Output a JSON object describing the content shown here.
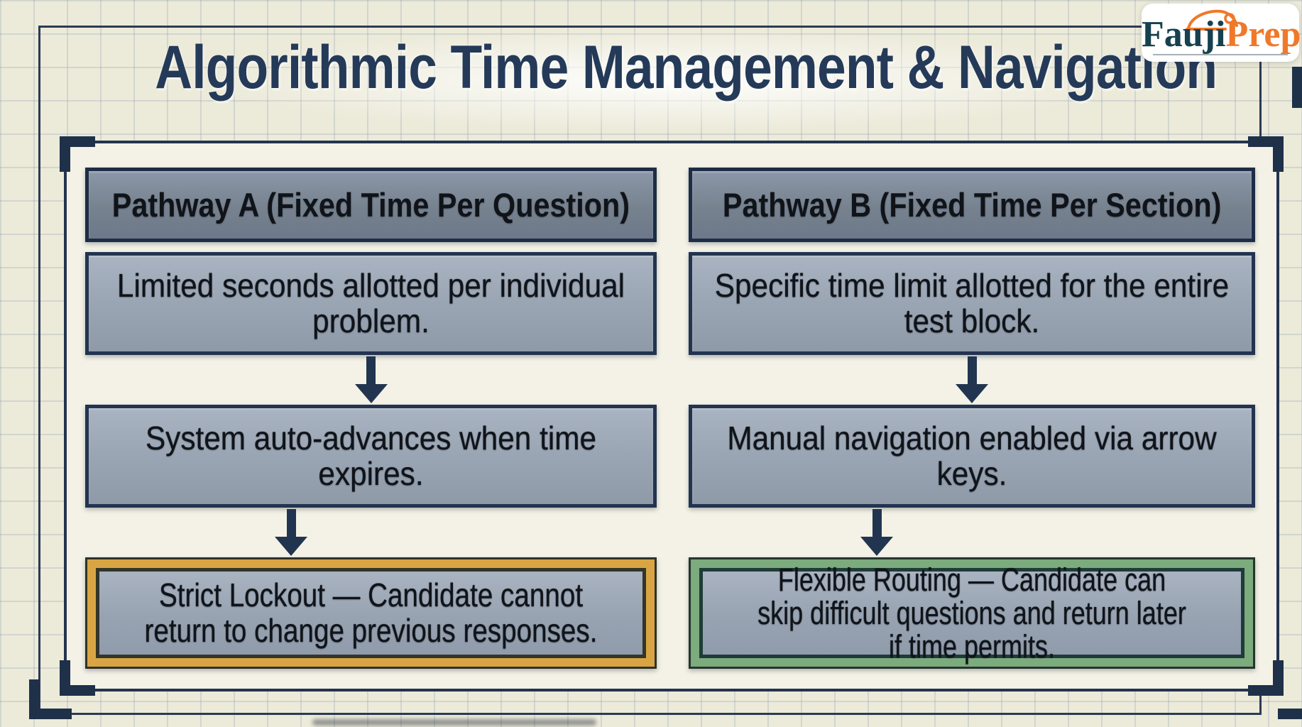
{
  "page": {
    "title": "Algorithmic Time Management & Navigation"
  },
  "logo": {
    "text_primary": "Fauji",
    "text_secondary": "Prep",
    "icon": "beret-cap-icon"
  },
  "pathway_a": {
    "header": "Pathway A (Fixed Time Per Question)",
    "step1": "Limited seconds allotted per individual problem.",
    "step2": "System auto-advances when time expires.",
    "outcome": "Strict Lockout — Candidate cannot return to change previous responses."
  },
  "pathway_b": {
    "header": "Pathway B (Fixed Time Per Section)",
    "step1": "Specific time limit allotted for the entire test block.",
    "step2": "Manual navigation enabled via arrow keys.",
    "outcome": "Flexible Routing — Candidate can skip difficult questions and return later if time permits."
  },
  "colors": {
    "navy_frame": "#1f3049",
    "box_fill": "#9aa5b4",
    "header_fill": "#77828f",
    "gold_accent": "#d9a544",
    "green_accent": "#7cab7d",
    "background_cream": "#ecead9",
    "panel_cream": "#f4f2e6",
    "logo_teal": "#16414e",
    "logo_orange": "#f0782a"
  }
}
